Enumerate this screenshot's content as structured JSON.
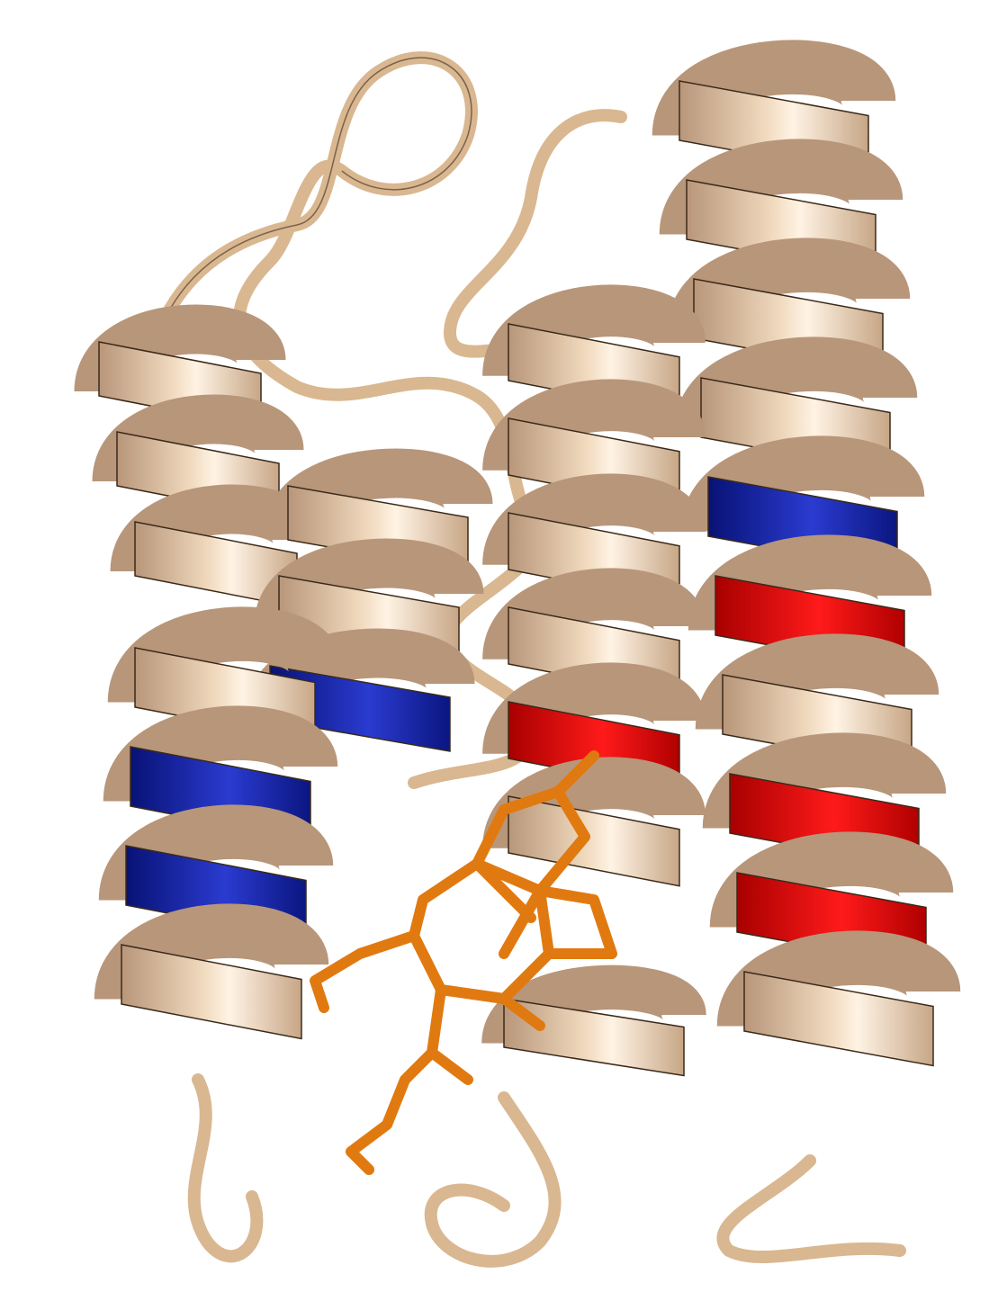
{
  "scene": {
    "background": "#ffffff",
    "colors": {
      "ribbon": "#d9b790",
      "ribbon_light": "#f2dcc2",
      "ribbon_dark": "#a8896a",
      "outline": "#3a2a1a",
      "highlight_blue": "#0d1a8c",
      "highlight_red": "#d40000",
      "ligand": "#e07a10",
      "ligand_dark": "#a85500"
    },
    "elements": [
      "helix-left-upper",
      "helix-left-lower",
      "helix-center-left",
      "helix-center-right",
      "helix-right",
      "loop-top-ring",
      "heme-ligand"
    ]
  }
}
